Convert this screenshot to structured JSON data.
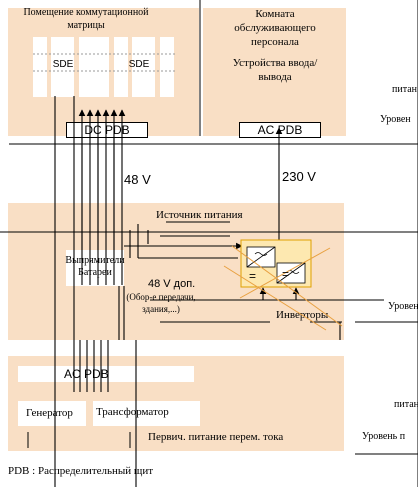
{
  "colors": {
    "block_fill": "#f9dfc5",
    "inverter_fill": "#fde8b0",
    "inverter_border": "#e0a000",
    "diagonal_line": "#e8a040"
  },
  "switch_room": {
    "title": "Помещение коммутационной матрицы",
    "sde_labels": [
      "SDE",
      "SDE"
    ],
    "dc_pdb": "DC PDB",
    "voltage": "48 V"
  },
  "staff_room": {
    "title": "Комната обслуживающего персонала",
    "io_devices": "Устройства ввода/вывода",
    "ac_pdb": "AC PDB",
    "voltage": "230 V"
  },
  "power_source": {
    "title": "Источник питания",
    "rectifiers": "Выпрямители Батареи",
    "extra_voltage": "48 V доп.",
    "extra_note": "(Обор-е передачи, здания,...)",
    "inverters": "Инверторы",
    "inverter_symbols": [
      "=",
      "="
    ]
  },
  "primary": {
    "ac_pdb": "AC PDB",
    "generator": "Генератор",
    "transformer": "Трансформатор",
    "title": "Первич. питание перем. тока"
  },
  "right_labels": {
    "level_1a": "питан",
    "level_1b": "Уровен",
    "level_2": "Уровен",
    "level_3a": "питан",
    "level_3b": "Уровень п"
  },
  "footnote": "PDB : Распределительный щит"
}
